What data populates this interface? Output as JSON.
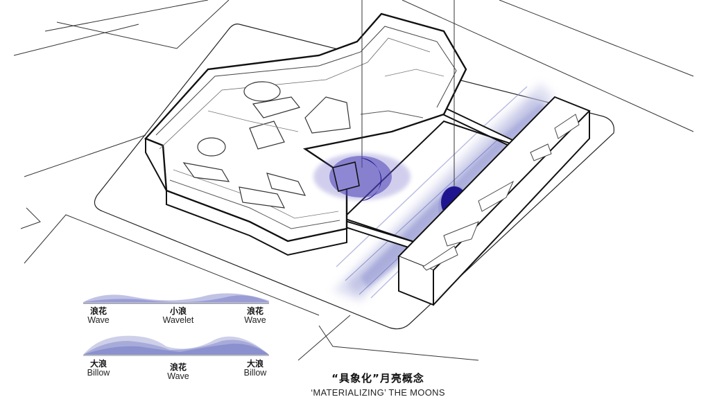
{
  "legend": {
    "row1": [
      {
        "cn": "浪花",
        "en": "Wave"
      },
      {
        "cn": "小浪",
        "en": "Wavelet"
      },
      {
        "cn": "浪花",
        "en": "Wave"
      }
    ],
    "row2": [
      {
        "cn": "大浪",
        "en": "Billow"
      },
      {
        "cn": "浪花",
        "en": "Wave"
      },
      {
        "cn": "大浪",
        "en": "Billow"
      }
    ]
  },
  "caption": {
    "cn": "“具象化”月亮概念",
    "en": "‘MATERIALIZING’ THE MOONS"
  },
  "colors": {
    "wave_light": "#c9cbe8",
    "wave_mid": "#8e92cf",
    "moon_dark": "#1f168f",
    "moon_mid": "#5b52c0",
    "line": "#111111"
  }
}
